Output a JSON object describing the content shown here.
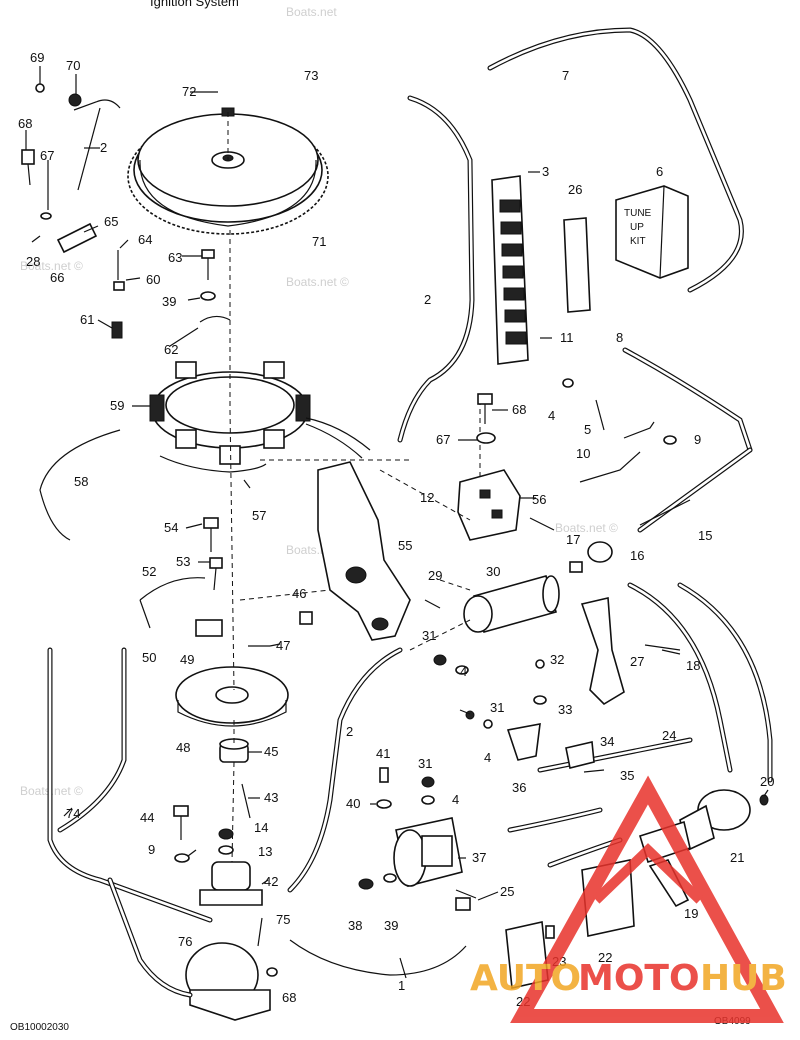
{
  "title_fragment": "Ignition System",
  "code_left": "OB10002030",
  "code_right": "OB4099",
  "tune_up_kit_text": [
    "TUNE",
    "UP",
    "KIT"
  ],
  "watermarks": [
    "Boats.net",
    "Boats.net ©",
    "Boats.net ©",
    "Boats.net ©",
    "Boats.net ©",
    "Boats.net ©"
  ],
  "logo": {
    "part1": "AUTO",
    "part2": "MOTO",
    "part3": "HUB",
    "color1": "#f2a623",
    "color2": "#e8322b",
    "color3": "#f2a623"
  },
  "callouts": [
    "69",
    "70",
    "72",
    "73",
    "7",
    "68",
    "2",
    "67",
    "3",
    "26",
    "6",
    "65",
    "64",
    "71",
    "28",
    "66",
    "63",
    "60",
    "2",
    "39",
    "61",
    "62",
    "8",
    "11",
    "4",
    "59",
    "68",
    "5",
    "67",
    "9",
    "58",
    "10",
    "57",
    "12",
    "56",
    "54",
    "55",
    "17",
    "16",
    "15",
    "53",
    "52",
    "29",
    "30",
    "46",
    "50",
    "49",
    "47",
    "31",
    "27",
    "18",
    "4",
    "32",
    "2",
    "48",
    "31",
    "33",
    "4",
    "24",
    "45",
    "36",
    "34",
    "41",
    "35",
    "43",
    "31",
    "40",
    "4",
    "20",
    "44",
    "14",
    "37",
    "21",
    "9",
    "13",
    "42",
    "25",
    "38",
    "39",
    "19",
    "75",
    "74",
    "76",
    "22",
    "1",
    "23",
    "22",
    "68"
  ]
}
